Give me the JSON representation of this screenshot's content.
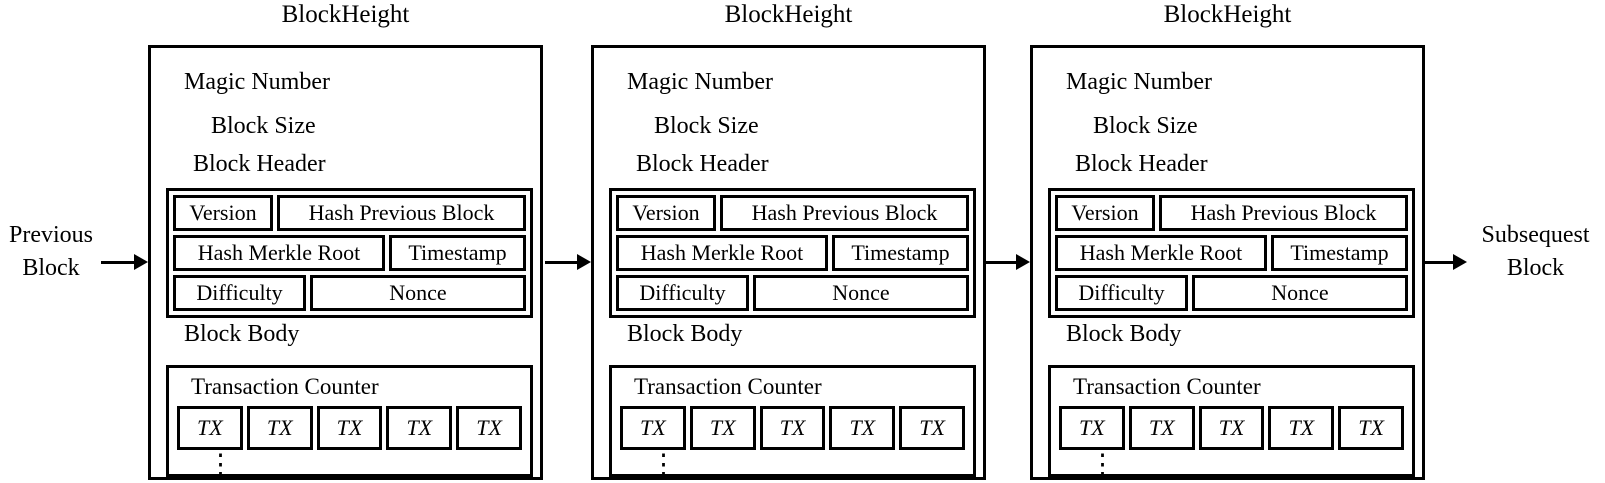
{
  "labels": {
    "block_height": "BlockHeight",
    "previous_line1": "Previous",
    "previous_line2": "Block",
    "subsequent_line1": "Subsequest",
    "subsequent_line2": "Block"
  },
  "block": {
    "magic_number": "Magic Number",
    "block_size": "Block Size",
    "block_header": "Block Header",
    "version": "Version",
    "hash_previous_block": "Hash Previous Block",
    "hash_merkle_root": "Hash Merkle Root",
    "timestamp": "Timestamp",
    "difficulty": "Difficulty",
    "nonce": "Nonce",
    "block_body": "Block Body",
    "transaction_counter": "Transaction Counter",
    "tx": "TX",
    "ellipsis": "⋮"
  },
  "colors": {
    "foreground": "#000000",
    "background": "#ffffff"
  }
}
